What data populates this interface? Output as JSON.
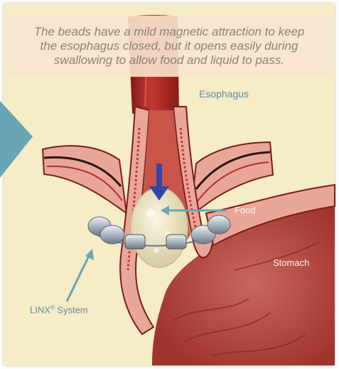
{
  "caption": {
    "line1": "The beads have a mild magnetic attraction to keep",
    "line2": "the esophagus closed, but it opens easily during",
    "line3": "swallowing to allow food and liquid to pass."
  },
  "labels": {
    "esophagus": "Esophagus",
    "food": "Food",
    "stomach": "Stomach",
    "linx": "LINX",
    "linx_mark": "®",
    "linx_suffix": " System"
  },
  "colors": {
    "background": "#f6ecc6",
    "caption_box": "#fae6ce",
    "caption_text": "#8d8378",
    "label_blue": "#5f8fa7",
    "esophagus_red": "#a8231f",
    "tissue_pink": "#e9a79a",
    "stomach_red": "#b8473e",
    "food_cream": "#eee5c2",
    "bead_silver": "#b8c2cc",
    "arrow_teal": "#69a5b4",
    "pointer_blue": "#2f47a8"
  }
}
